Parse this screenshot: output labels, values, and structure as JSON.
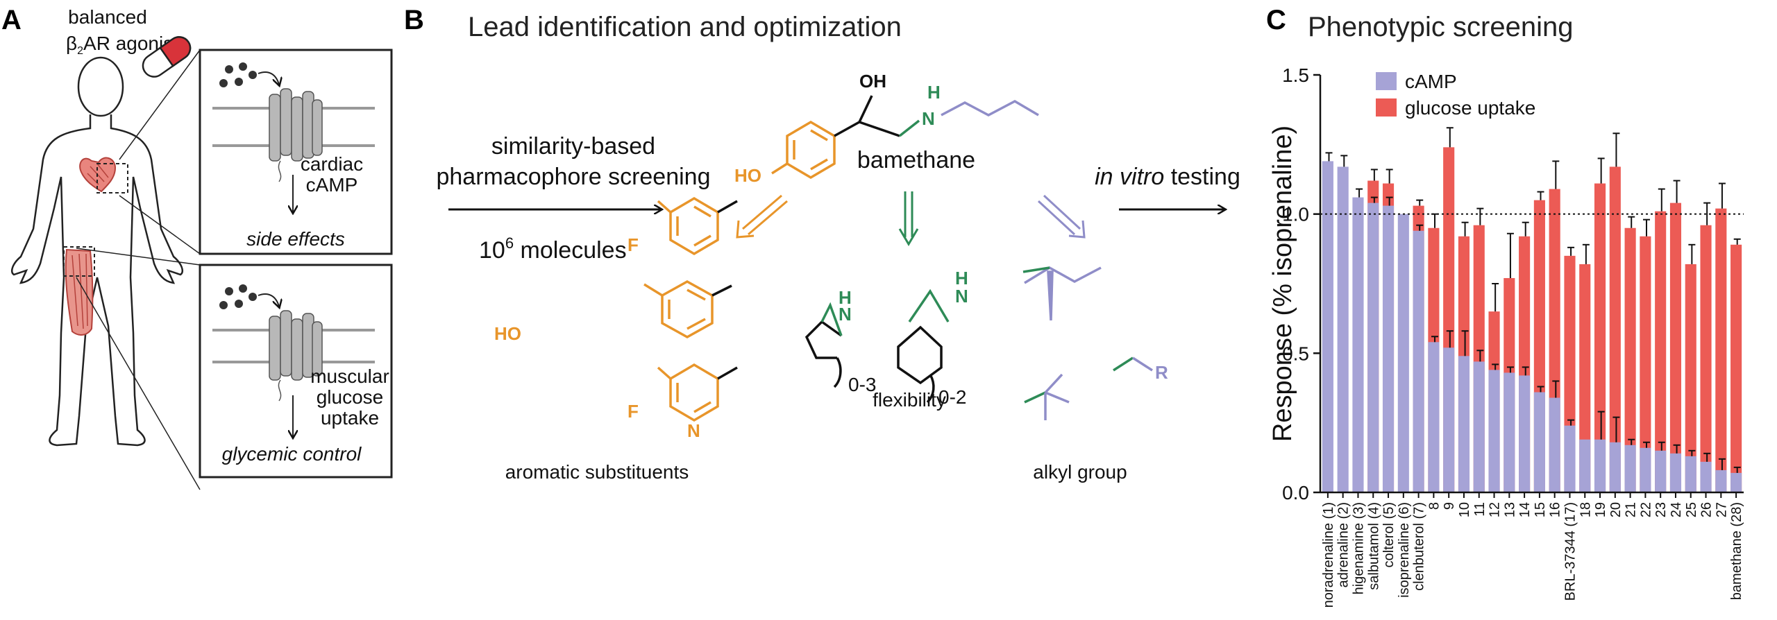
{
  "colors": {
    "orange": "#e8952a",
    "green": "#2e8b57",
    "purple": "#8f8dc8",
    "bar_camp": "#a6a3d6",
    "bar_glucose": "#ec5b55",
    "body_fill": "#ffffff"
  },
  "panelA": {
    "letter": "A",
    "agonist_line1": "balanced",
    "agonist_line2_beta": "β",
    "agonist_line2_sub": "2",
    "agonist_line2_rest": "AR agonist",
    "box1": {
      "label1": "cardiac",
      "label2": "cAMP",
      "footer": "side effects"
    },
    "box2": {
      "label1": "muscular",
      "label2": "glucose",
      "label3": "uptake",
      "footer": "glycemic control"
    },
    "icons": [
      "pill-icon",
      "heart-icon",
      "muscle-icon",
      "receptor-icon",
      "ligand-dots-icon"
    ]
  },
  "panelB": {
    "letter": "B",
    "title": "Lead identification and optimization",
    "screen_line1": "similarity-based",
    "screen_line2": "pharmacophore screening",
    "molecules_base": "10",
    "molecules_exp": "6",
    "molecules_rest": " molecules",
    "lead_name": "bamethane",
    "in_vitro_italic": "in vitro",
    "in_vitro_rest": " testing",
    "atom_OH": "OH",
    "atom_HO": "HO",
    "atom_H": "H",
    "atom_N": "N",
    "atom_F": "F",
    "atom_R": "R",
    "range_03": "0-3",
    "range_02": "0-2",
    "caption_aromatic": "aromatic substituents",
    "caption_flex": "flexibility",
    "caption_alkyl": "alkyl group"
  },
  "panelC": {
    "letter": "C",
    "title": "Phenotypic screening",
    "chart_data": {
      "type": "bar",
      "title": "Phenotypic screening",
      "ylabel": "Response (% isoprenaline)",
      "xlabel": "",
      "ylim": [
        0,
        1.5
      ],
      "yticks": [
        "0.0",
        "0.5",
        "1.0",
        "1.5"
      ],
      "reference_line": 1.0,
      "legend": {
        "placement": "top-left",
        "entries": [
          "cAMP",
          "glucose uptake"
        ]
      },
      "categories": [
        "noradrenaline (1)",
        "adrenaline (2)",
        "higenamine (3)",
        "salbutamol (4)",
        "colterol (5)",
        "isoprenaline (6)",
        "clenbuterol (7)",
        "8",
        "9",
        "10",
        "11",
        "12",
        "13",
        "14",
        "15",
        "16",
        "BRL-37344 (17)",
        "18",
        "19",
        "20",
        "21",
        "22",
        "23",
        "24",
        "25",
        "26",
        "27",
        "bamethane (28)"
      ],
      "series": [
        {
          "name": "cAMP",
          "values": [
            1.19,
            1.17,
            1.06,
            1.04,
            1.03,
            1.0,
            0.94,
            0.54,
            0.52,
            0.49,
            0.47,
            0.44,
            0.43,
            0.42,
            0.36,
            0.34,
            0.24,
            0.19,
            0.19,
            0.18,
            0.17,
            0.16,
            0.15,
            0.14,
            0.13,
            0.11,
            0.08,
            0.07
          ],
          "errors": [
            0.03,
            0.04,
            0.03,
            0.02,
            0.03,
            0.0,
            0.02,
            0.02,
            0.06,
            0.09,
            0.04,
            0.02,
            0.02,
            0.03,
            0.02,
            0.06,
            0.02,
            0.0,
            0.1,
            0.09,
            0.02,
            0.02,
            0.03,
            0.03,
            0.02,
            0.03,
            0.04,
            0.02
          ]
        },
        {
          "name": "glucose uptake",
          "values": [
            0.0,
            0.0,
            0.0,
            1.12,
            1.11,
            0.0,
            1.03,
            0.95,
            1.24,
            0.92,
            0.96,
            0.65,
            0.77,
            0.92,
            1.05,
            1.09,
            0.85,
            0.82,
            1.11,
            1.17,
            0.95,
            0.92,
            1.01,
            1.04,
            0.82,
            0.96,
            1.02,
            0.89
          ],
          "errors": [
            0,
            0,
            0,
            0.04,
            0.05,
            0,
            0.02,
            0.05,
            0.07,
            0.05,
            0.06,
            0.1,
            0.16,
            0.05,
            0.03,
            0.1,
            0.03,
            0.07,
            0.09,
            0.12,
            0.04,
            0.06,
            0.08,
            0.08,
            0.07,
            0.08,
            0.09,
            0.02
          ]
        }
      ]
    }
  }
}
